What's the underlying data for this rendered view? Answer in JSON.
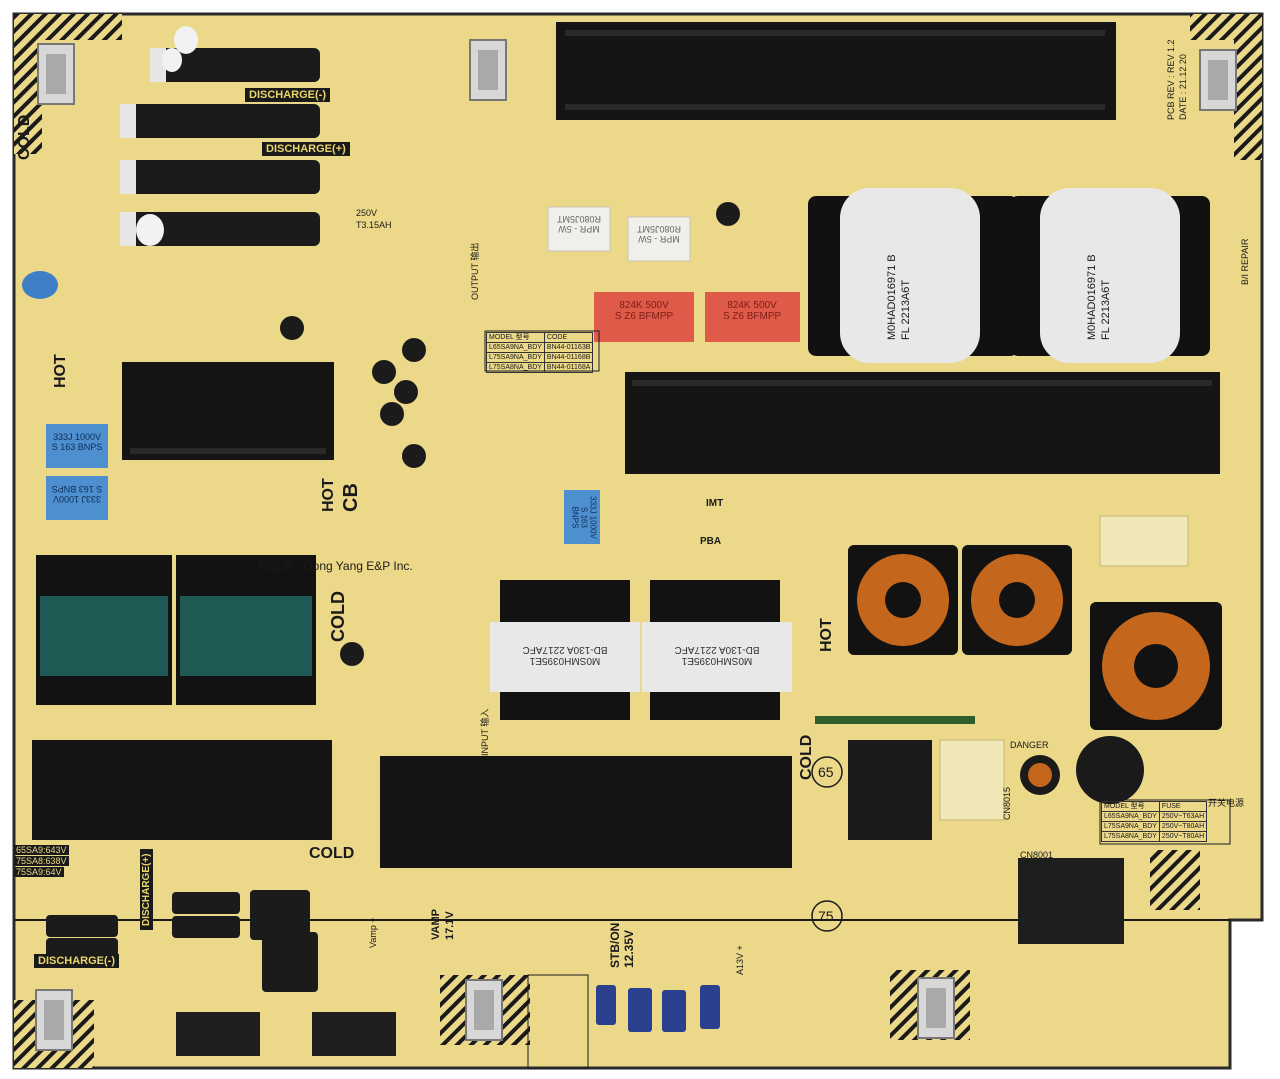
{
  "board": {
    "colors": {
      "pcb": "#ecd889",
      "pcb_dark": "#d9c371",
      "silk": "#1a1a1a",
      "heatsink": "#151515",
      "copper": "#c4671d",
      "capacitor": "#1b1b1b",
      "film_red": "#e05a4a",
      "film_blue": "#4d8fcf",
      "transformer_green": "#1f5a55"
    },
    "corner_labels": {
      "cold_top_left": "COLD",
      "hot_left": "HOT",
      "hot_cb": "HOT",
      "cb": "CB",
      "cold_mid_left": "COLD",
      "cold_bottom_left": "COLD",
      "cold_mid_right": "COLD",
      "hot_right": "HOT"
    },
    "warnings": {
      "discharge_minus_top": "DISCHARGE(-)",
      "discharge_plus_top": "DISCHARGE(+)",
      "discharge_minus_bottom": "DISCHARGE(-)",
      "discharge_plus_bottom": "DISCHARGE(+)"
    },
    "manufacturer": "制造商 : Dong Yang E&P Inc.",
    "revision": {
      "pcb_rev": "PCB REV : REV 1.2",
      "date": "DATE : 21.12.20"
    },
    "model_table": {
      "headers": [
        "MODEL 型号",
        "CODE"
      ],
      "rows": [
        [
          "L65SA9NA_BDY",
          "BN44-01163B"
        ],
        [
          "L75SA9NA_BDY",
          "BN44-01168B"
        ],
        [
          "L75SA8NA_BDY",
          "BN44-01168A"
        ]
      ]
    },
    "fuse_table": {
      "headers": [
        "MODEL 型号",
        "FUSE"
      ],
      "rows": [
        [
          "L65SA9NA_BDY",
          "250V~T63AH"
        ],
        [
          "L75SA9NA_BDY",
          "250V~T80AH"
        ],
        [
          "L75SA8NA_BDY",
          "250V~T80AH"
        ]
      ]
    },
    "voltage_block": [
      "65SA9:643V",
      "75SA8:638V",
      "75SA9:64V"
    ],
    "stb_label": "STB/ON",
    "stb_voltage": "12.35V",
    "vamp_label": "VAMP",
    "vamp_voltage": "17.1V",
    "sizes": {
      "s65": "65",
      "s75": "75"
    },
    "a13v": "A13V +",
    "vamp_plus": "Vamp +",
    "transformers": {
      "t1": "M0HAD016971 B",
      "t1b": "FL 2213A6T",
      "t2": "M0HAD016971 B",
      "t2b": "FL 2213A6T"
    },
    "resistors": {
      "r1": "MPR - 5W",
      "r1b": "R080J5MT",
      "r2": "MPR - 5W",
      "r2b": "R080J5MT"
    },
    "film_caps": {
      "red1": "824K 500V",
      "red1b": "S Z6 BFMPP",
      "red2": "824K 500V",
      "red2b": "S Z6 BFMPP",
      "blue1": "333J 1000V",
      "blue1b": "S 163 BNPS",
      "blue2": "333J 1000V",
      "blue2b": "S 163 BNPS",
      "blue3": "333J 1000V",
      "blue3b": "S 163 BNPS"
    },
    "white_transformers": {
      "w1": "M0SMH0395E1",
      "w1b": "BD-130A 2217AFC",
      "w2": "M0SMH0395E1",
      "w2b": "BD-130A 2217AFC"
    },
    "fuse_small": "T3.15AH",
    "fuse_rating": "250V",
    "output_label": "OUTPUT 输出",
    "input_label": "INPUT 输入",
    "rl_labels": {
      "imt": "IMT",
      "pba": "PBA",
      "inlet": "开关电源"
    },
    "cn_labels": {
      "cn8015": "CN8015",
      "cn8001": "CN8001"
    },
    "repair": "B/I REPAIR",
    "danger": "DANGER"
  }
}
